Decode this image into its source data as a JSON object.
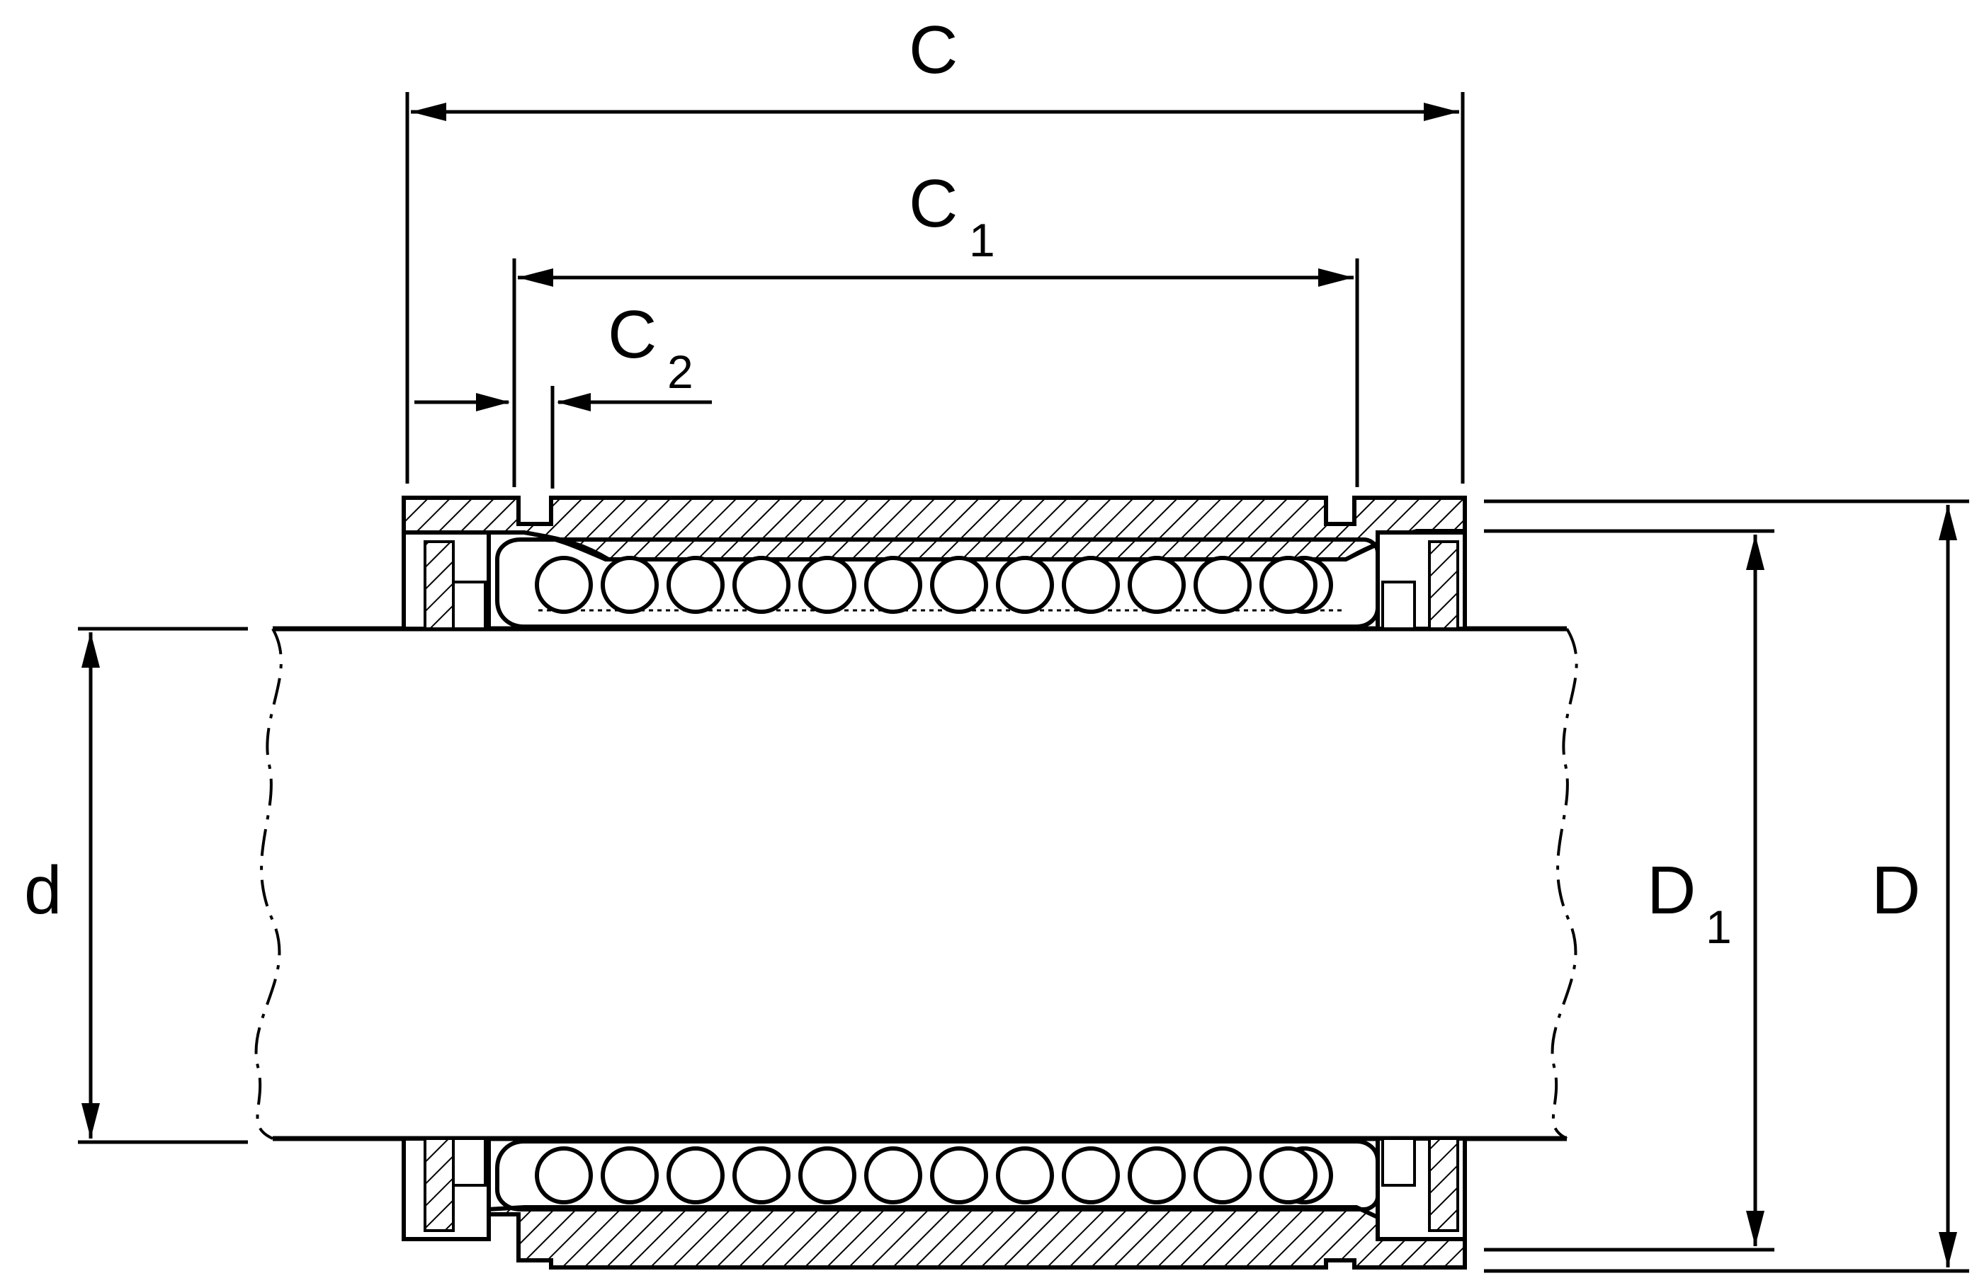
{
  "labels": {
    "c": "C",
    "c1": "C",
    "c1_sub": "1",
    "c2": "C",
    "c2_sub": "2",
    "d": "d",
    "d1": "D",
    "d1_sub": "1",
    "D": "D"
  },
  "bearing": {
    "balls_per_row": 12
  },
  "colors": {
    "ink": "#000000",
    "paper": "#ffffff"
  }
}
